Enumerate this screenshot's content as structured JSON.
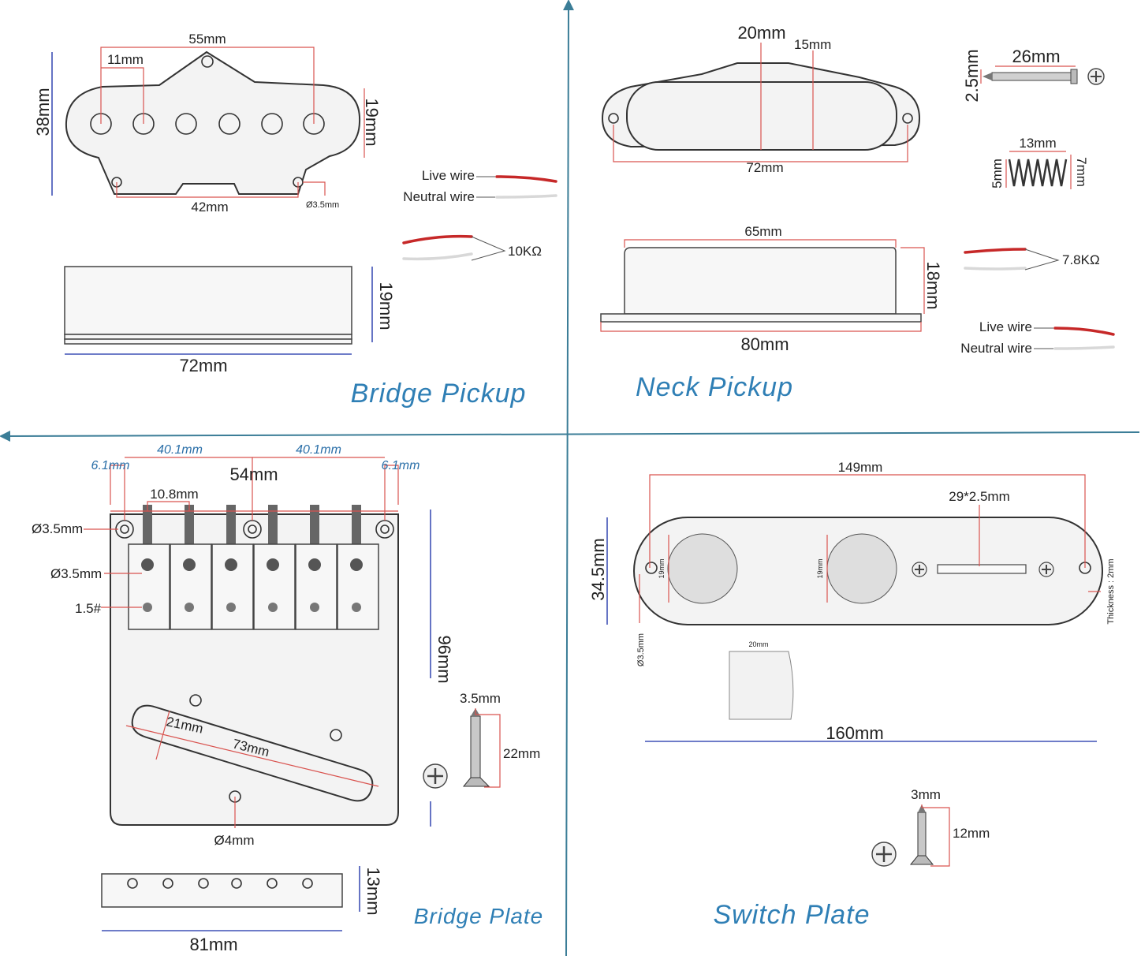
{
  "bridge_pickup": {
    "title": "Bridge Pickup",
    "width_top": "55mm",
    "pole_spacing": "11mm",
    "height": "38mm",
    "pole_height": "19mm",
    "mount_spacing": "42mm",
    "mount_hole": "Ø3.5mm",
    "side_height": "19mm",
    "length": "72mm",
    "live_wire": "Live wire",
    "neutral_wire": "Neutral wire",
    "resistance": "10KΩ"
  },
  "neck_pickup": {
    "title": "Neck Pickup",
    "cover_width": "20mm",
    "offset": "15mm",
    "mount_spacing": "72mm",
    "cover_length": "65mm",
    "height": "18mm",
    "base_length": "80mm",
    "screw_diameter": "2.5mm",
    "screw_length": "26mm",
    "spring_length": "13mm",
    "spring_min": "5mm",
    "spring_max": "7mm",
    "resistance": "7.8KΩ",
    "live_wire": "Live wire",
    "neutral_wire": "Neutral wire"
  },
  "bridge_plate": {
    "title": "Bridge Plate",
    "edge_left": "6.1mm",
    "edge_right": "6.1mm",
    "span_left": "40.1mm",
    "span_right": "40.1mm",
    "saddle_width": "54mm",
    "spring_spacing": "10.8mm",
    "hole_top": "Ø3.5mm",
    "hole_saddle": "Ø3.5mm",
    "screw_size": "1.5#",
    "height": "96mm",
    "slot_width": "21mm",
    "slot_length": "73mm",
    "bottom_hole": "Ø4mm",
    "screw_diameter": "3.5mm",
    "screw_length": "22mm",
    "side_height": "13mm",
    "side_length": "81mm"
  },
  "switch_plate": {
    "title": "Switch Plate",
    "hole_spacing": "149mm",
    "slot": "29*2.5mm",
    "height": "34.5mm",
    "pot_size_1": "19mm",
    "pot_size_2": "19mm",
    "thickness": "Thickness : 2mm",
    "mount_hole": "Ø3.5mm",
    "knob_width": "20mm",
    "length": "160mm",
    "screw_diameter": "3mm",
    "screw_length": "12mm"
  },
  "colors": {
    "title_blue": "#2f7fb5",
    "dimension_red": "#d9534f",
    "dimension_blue": "#3f51b5",
    "divider": "#3b7d97"
  }
}
